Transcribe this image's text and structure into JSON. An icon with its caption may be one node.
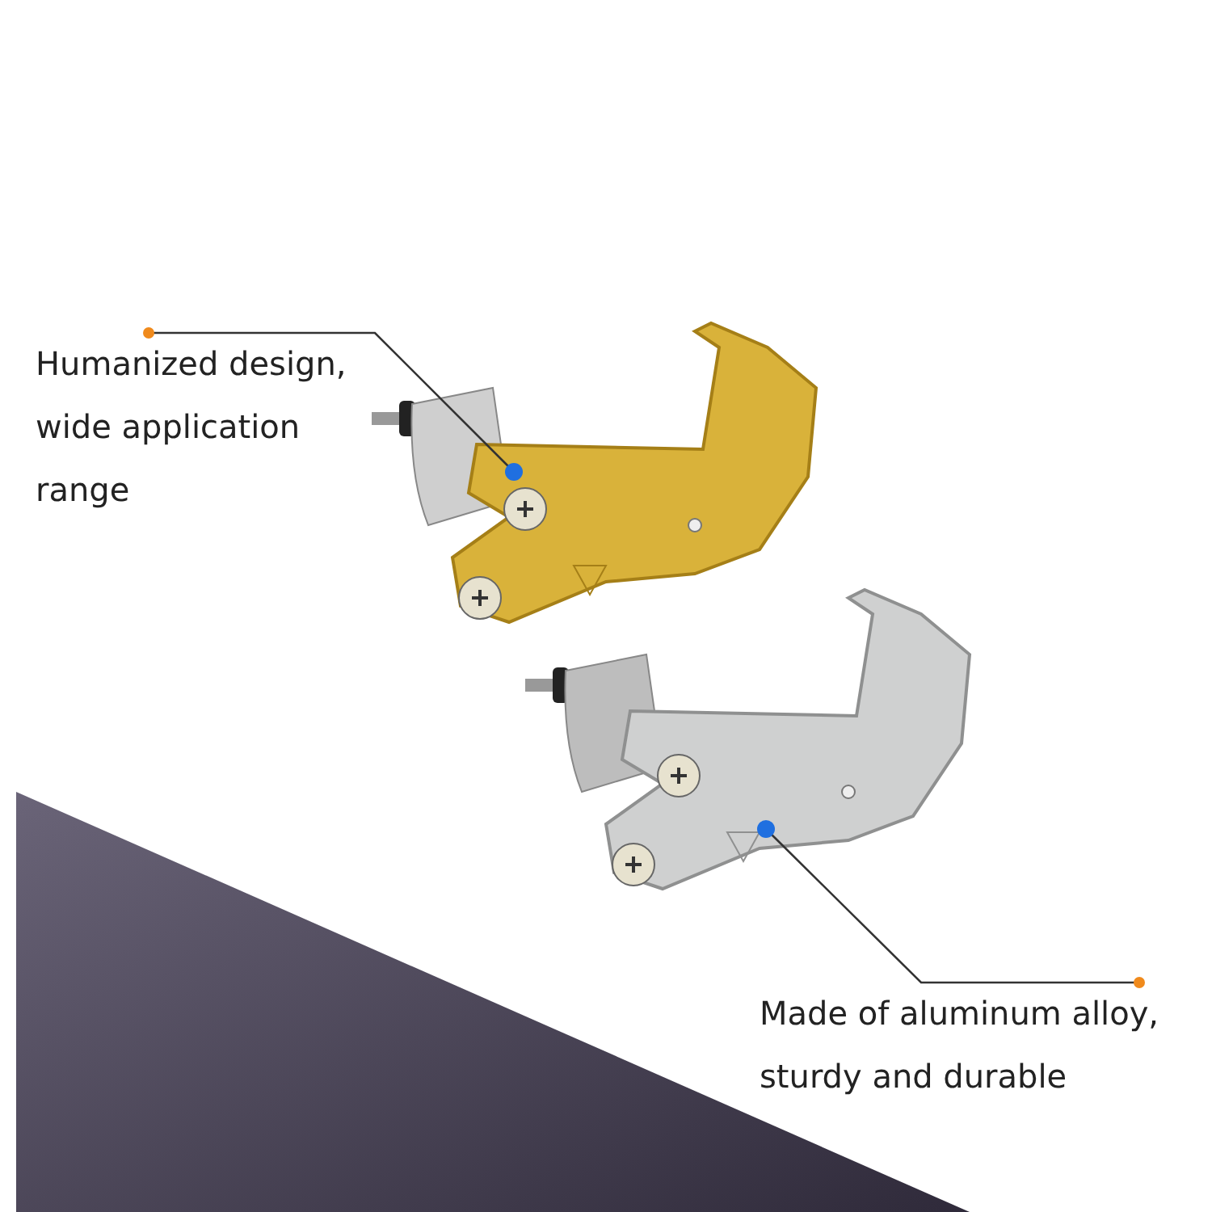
{
  "diagram": {
    "nodes": [
      {
        "text": [
          "Humanized design, wide application range"
        ]
      },
      {
        "text": [],
        "shape": "picture"
      },
      {
        "text": [
          "Made of aluminum alloy, sturdy and durable"
        ]
      },
      {
        "text": [],
        "shape": "picture"
      }
    ],
    "edges": [
      {
        "from": 0,
        "to": 1,
        "arrow": "other"
      },
      {
        "from": 2,
        "to": 3,
        "arrow": "other"
      }
    ]
  }
}
